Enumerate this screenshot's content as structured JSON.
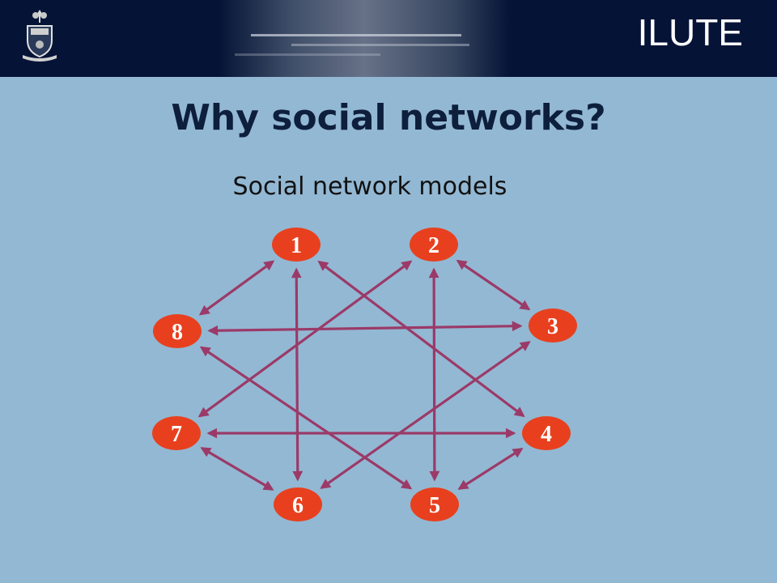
{
  "header": {
    "brand": "ILUTE",
    "colors": {
      "bar": "#051336",
      "text": "#ffffff"
    }
  },
  "slide": {
    "title": "Why social networks?",
    "subtitle": "Social network models",
    "background": "#93b8d3"
  },
  "network": {
    "node_color": "#e8401e",
    "edge_color": "#9b3a68",
    "nodes": [
      {
        "id": "1",
        "label": "1"
      },
      {
        "id": "2",
        "label": "2"
      },
      {
        "id": "3",
        "label": "3"
      },
      {
        "id": "4",
        "label": "4"
      },
      {
        "id": "5",
        "label": "5"
      },
      {
        "id": "6",
        "label": "6"
      },
      {
        "id": "7",
        "label": "7"
      },
      {
        "id": "8",
        "label": "8"
      }
    ],
    "edges": [
      {
        "from": "1",
        "to": "8"
      },
      {
        "from": "1",
        "to": "6"
      },
      {
        "from": "1",
        "to": "4"
      },
      {
        "from": "2",
        "to": "3"
      },
      {
        "from": "2",
        "to": "7"
      },
      {
        "from": "2",
        "to": "5"
      },
      {
        "from": "8",
        "to": "3"
      },
      {
        "from": "8",
        "to": "5"
      },
      {
        "from": "3",
        "to": "6"
      },
      {
        "from": "7",
        "to": "4"
      },
      {
        "from": "7",
        "to": "6"
      },
      {
        "from": "4",
        "to": "5"
      }
    ]
  }
}
